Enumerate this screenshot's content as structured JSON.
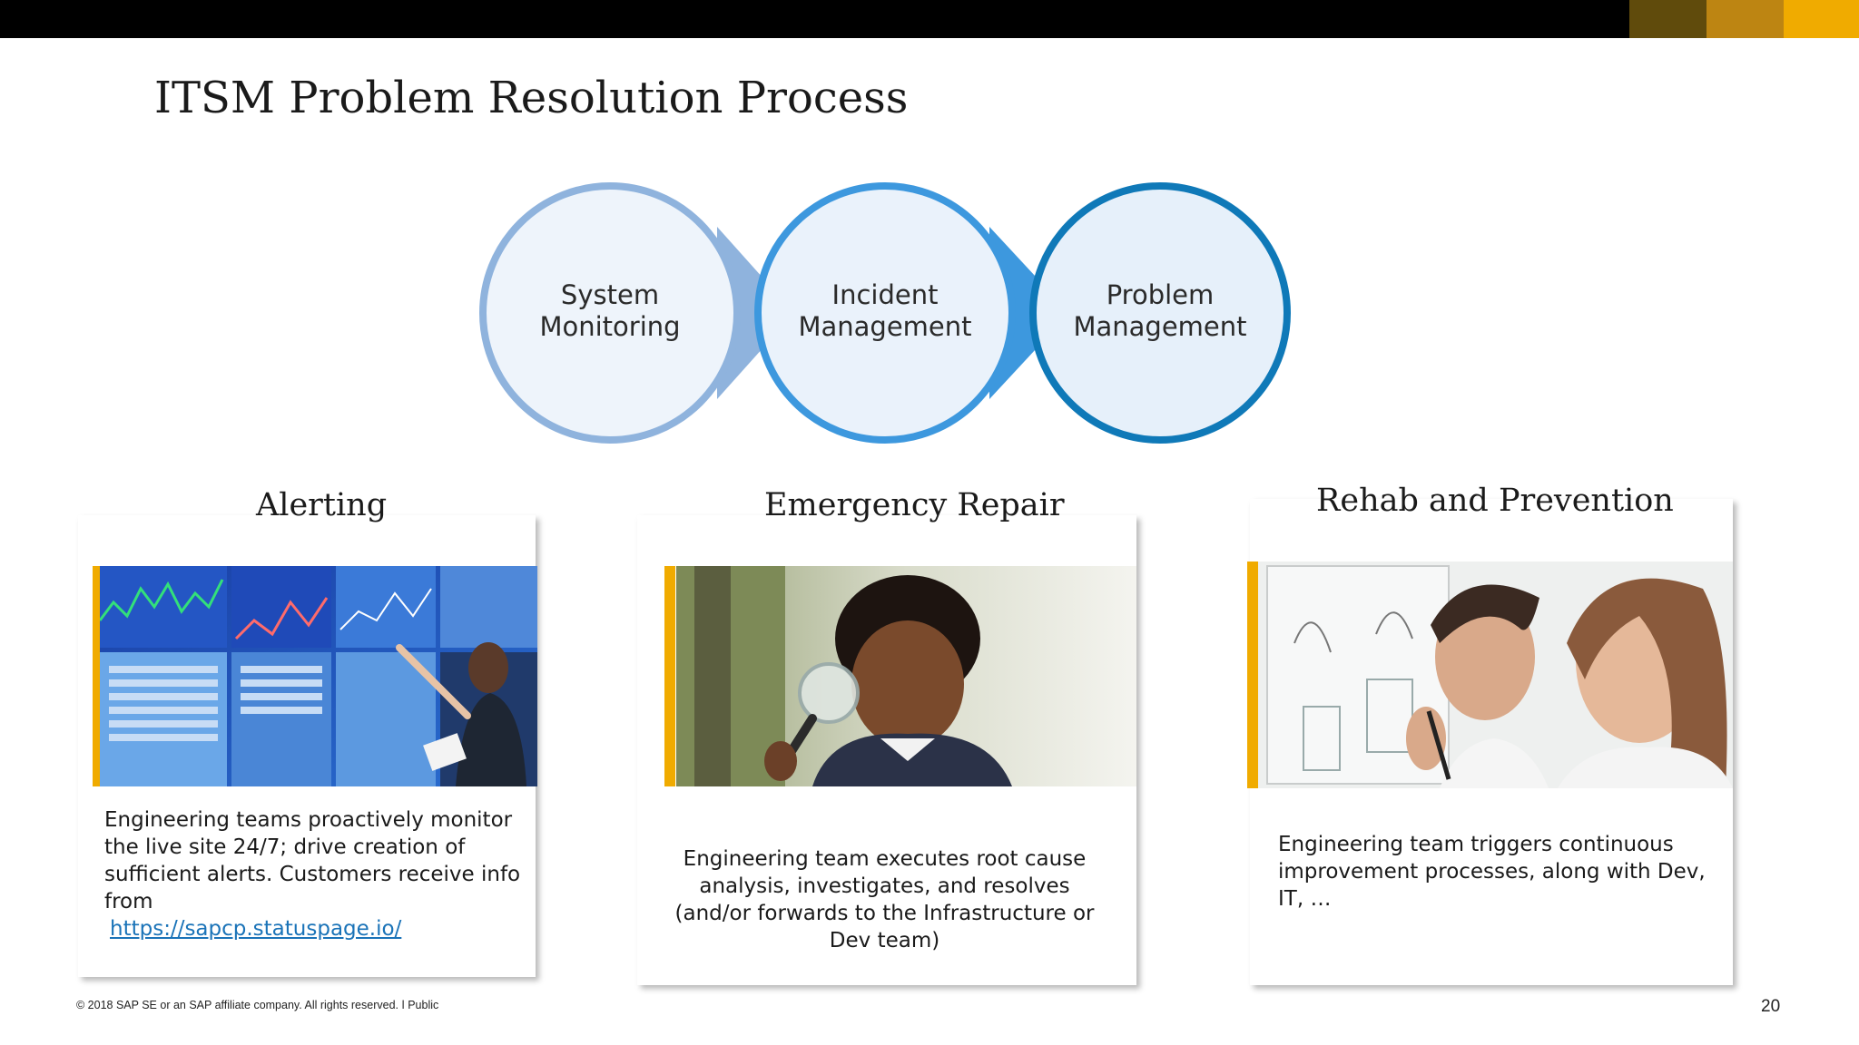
{
  "slide": {
    "title": "ITSM Problem Resolution Process",
    "colors": {
      "top_bar": "#000000",
      "accent_gold": "#f0ab00",
      "dark_gold": "#604b0c",
      "mid_gold": "#bd8512"
    }
  },
  "process": {
    "steps": [
      {
        "label_line1": "System",
        "label_line2": "Monitoring",
        "color": "#8fb3dd"
      },
      {
        "label_line1": "Incident",
        "label_line2": "Management",
        "color": "#3d98de"
      },
      {
        "label_line1": "Problem",
        "label_line2": "Management",
        "color": "#0f79b8"
      }
    ]
  },
  "cards": [
    {
      "title": "Alerting",
      "image": "operations-monitoring-wall-photo",
      "text": "Engineering teams proactively  monitor the live site 24/7; drive creation of sufficient alerts.  Customers receive info from",
      "link": "https://sapcp.statuspage.io/"
    },
    {
      "title": "Emergency Repair",
      "image": "boy-with-magnifying-glass-photo",
      "text": "Engineering team executes root cause analysis, investigates, and resolves (and/or forwards to the Infrastructure or Dev team)"
    },
    {
      "title": "Rehab  and Prevention",
      "image": "team-at-whiteboard-photo",
      "text": "Engineering team triggers continuous improvement processes, along with Dev, IT, …"
    }
  ],
  "footer": {
    "copyright": "© 2018 SAP SE or an SAP affiliate company. All rights reserved.  ǀ  Public",
    "page_number": "20"
  }
}
